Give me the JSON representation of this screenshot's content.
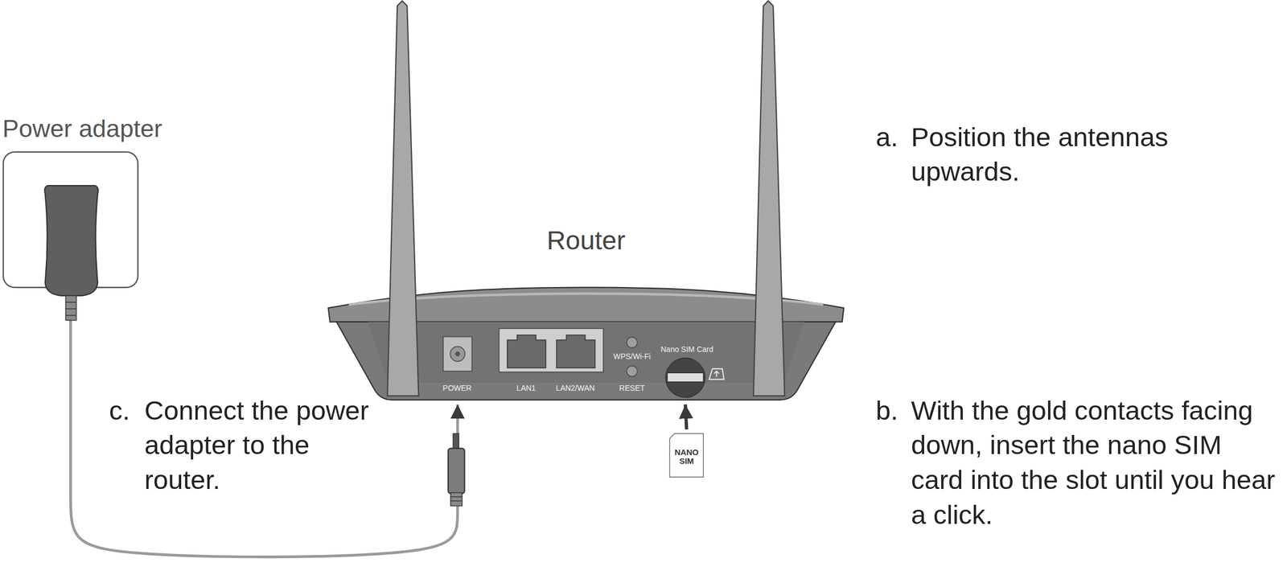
{
  "diagram": {
    "nodes": [
      {
        "text": [
          "Power adapter"
        ]
      },
      {
        "text": [
          "Router"
        ]
      },
      {
        "text": [
          "NANO SIM"
        ]
      }
    ],
    "edges": [
      {
        "from": 0,
        "to": 1,
        "arrow": "to"
      },
      {
        "from": 2,
        "to": 1,
        "arrow": "to"
      }
    ],
    "labels": [
      "POWER",
      "LAN1",
      "LAN2/WAN",
      "WPS/Wi-Fi",
      "RESET",
      "Nano SIM Card",
      "a.",
      "Position the antennas upwards.",
      "b.",
      "With the gold contacts facing down, insert the nano SIM card into the slot until you hear a click.",
      "c.",
      "Connect the power adapter to the router."
    ]
  }
}
